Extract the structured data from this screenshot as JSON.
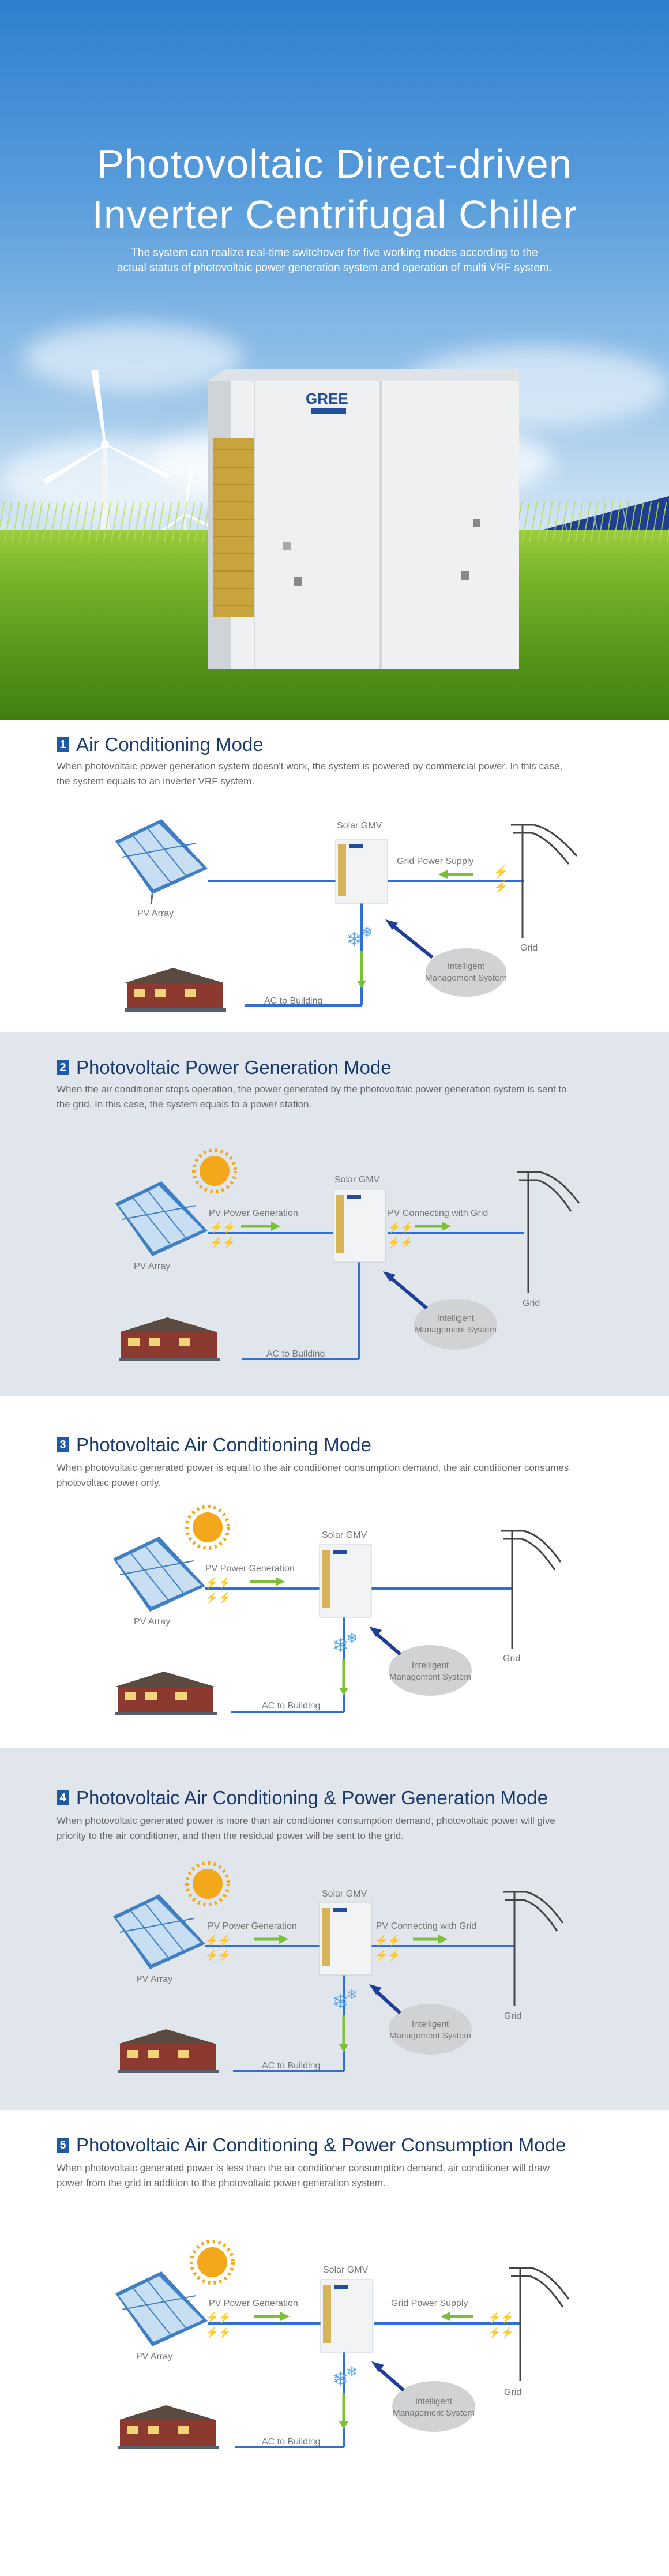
{
  "hero": {
    "title_line1": "Photovoltaic Direct-driven",
    "title_line2": "Inverter Centrifugal Chiller",
    "subtitle_line1": "The system can realize real-time switchover for five working modes according to the",
    "subtitle_line2": "actual status of photovoltaic power generation system and operation of multi VRF system.",
    "brand_logo": "GREE"
  },
  "modes": [
    {
      "number": "1",
      "title": "Air Conditioning Mode",
      "desc_line1": "When photovoltaic power generation system doesn't work, the system is powered by commercial power. In this case,",
      "desc_line2": "the system equals to an inverter VRF system.",
      "labels": {
        "solar_gmv": "Solar GMV",
        "pv_array": "PV Array",
        "left_flow": "",
        "right_flow": "Grid Power Supply",
        "grid": "Grid",
        "ims_line1": "Intelligent",
        "ims_line2": "Management System",
        "building": "AC to Building"
      }
    },
    {
      "number": "2",
      "title": "Photovoltaic Power Generation Mode",
      "desc_line1": "When the air conditioner stops operation, the power generated by the photovoltaic power generation system is sent to",
      "desc_line2": "the grid. In this case, the system equals to a power station.",
      "labels": {
        "solar_gmv": "Solar GMV",
        "pv_array": "PV Array",
        "left_flow": "PV Power Generation",
        "right_flow": "PV Connecting with Grid",
        "grid": "Grid",
        "ims_line1": "Intelligent",
        "ims_line2": "Management System",
        "building": "AC to Building"
      }
    },
    {
      "number": "3",
      "title": "Photovoltaic Air Conditioning Mode",
      "desc_line1": "When photovoltaic generated power is equal to the air conditioner consumption demand, the air conditioner consumes",
      "desc_line2": "photovoltaic  power only.",
      "labels": {
        "solar_gmv": "Solar GMV",
        "pv_array": "PV Array",
        "left_flow": "PV Power Generation",
        "right_flow": "",
        "grid": "Grid",
        "ims_line1": "Intelligent",
        "ims_line2": "Management System",
        "building": "AC to Building"
      }
    },
    {
      "number": "4",
      "title": "Photovoltaic Air Conditioning & Power Generation Mode",
      "desc_line1": "When photovoltaic generated power is more than air conditioner consumption demand, photovoltaic power will give",
      "desc_line2": "priority to the air conditioner, and then the residual power will be sent to the grid.",
      "labels": {
        "solar_gmv": "Solar GMV",
        "pv_array": "PV Array",
        "left_flow": "PV Power Generation",
        "right_flow": "PV Connecting with Grid",
        "grid": "Grid",
        "ims_line1": "Intelligent",
        "ims_line2": "Management System",
        "building": "AC to Building"
      }
    },
    {
      "number": "5",
      "title": "Photovoltaic Air Conditioning & Power Consumption Mode",
      "desc_line1": "When photovoltaic generated power  is less than the air conditioner consumption demand,  air conditioner will draw",
      "desc_line2": "power from the grid in addition to the photovoltaic power generation system.",
      "labels": {
        "solar_gmv": "Solar GMV",
        "pv_array": "PV Array",
        "left_flow": "PV Power Generation",
        "right_flow": "Grid Power Supply",
        "grid": "Grid",
        "ims_line1": "Intelligent",
        "ims_line2": "Management System",
        "building": "AC to Building"
      }
    }
  ],
  "colors": {
    "heading": "#1a3a6b",
    "number_box": "#1f5aa6",
    "power_line": "#2f6fd6",
    "flow_arrow": "#7cc03a",
    "ims_arrow": "#1d3f9a",
    "sun": "#f3a81c",
    "section_alt_bg": "#e1e5ec"
  }
}
